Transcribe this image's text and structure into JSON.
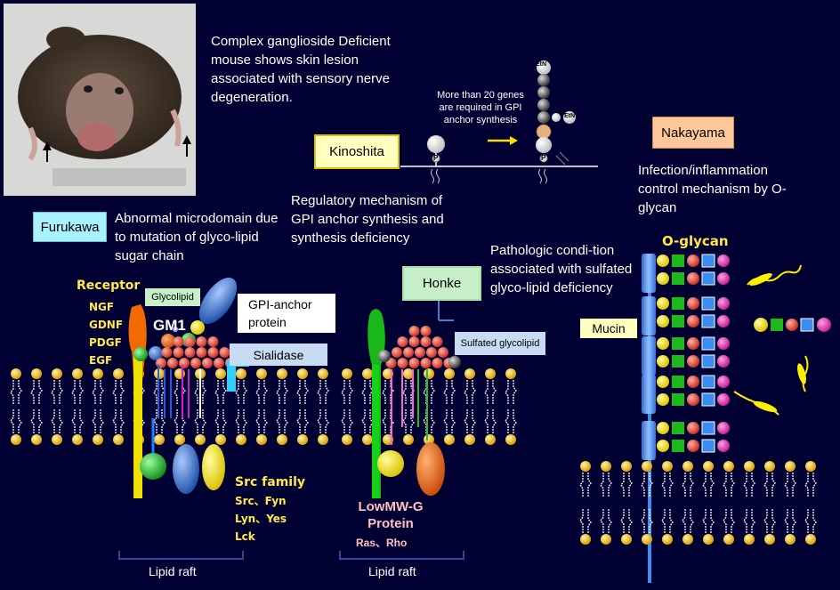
{
  "texts": {
    "mouse_caption": "Complex ganglioside Deficient mouse shows skin lesion associated with sensory nerve degeneration.",
    "gpi_genes_note": "More than 20 genes are required in GPI anchor synthesis",
    "kinoshita_desc": "Regulatory mechanism of GPI anchor synthesis and synthesis deficiency",
    "nakayama_desc": "Infection/inflammation control mechanism by O-glycan",
    "furukawa_desc": "Abnormal microdomain due to mutation of glyco-lipid sugar chain",
    "honke_desc": "Pathologic condi-tion associated with sulfated glyco-lipid deficiency"
  },
  "labels": {
    "kinoshita": "Kinoshita",
    "nakayama": "Nakayama",
    "furukawa": "Furukawa",
    "honke": "Honke",
    "glycolipid": "Glycolipid",
    "gpi_anchor_protein": "GPI-anchor protein",
    "sialidase": "Sialidase",
    "sulfated_glycolipid": "Sulfated glycolipid",
    "mucin": "Mucin",
    "o_glycan": "O-glycan",
    "gm1": "GM1",
    "receptor": "Receptor",
    "receptors": [
      "NGF",
      "GDNF",
      "PDGF",
      "EGF"
    ],
    "src_family": "Src family",
    "src_members": [
      "Src、Fyn",
      "Lyn、Yes",
      "Lck"
    ],
    "lowmw_g": "LowMW-G",
    "protein": "Protein",
    "ras_rho": "Ras、Rho",
    "lipid_raft_left": "Lipid raft",
    "lipid_raft_right": "Lipid raft",
    "etn": "EtN",
    "p": "P"
  },
  "colors": {
    "background": "#000033",
    "membrane_head": "#f2c200",
    "sugar_red": "#e8403a",
    "label_box_blue": "#c7dcf3",
    "label_box_green": "#c8f0c8",
    "label_box_yellow": "#ffffc0",
    "nakayama_box": "#ffc89a",
    "furukawa_box": "#a8f2ff"
  }
}
